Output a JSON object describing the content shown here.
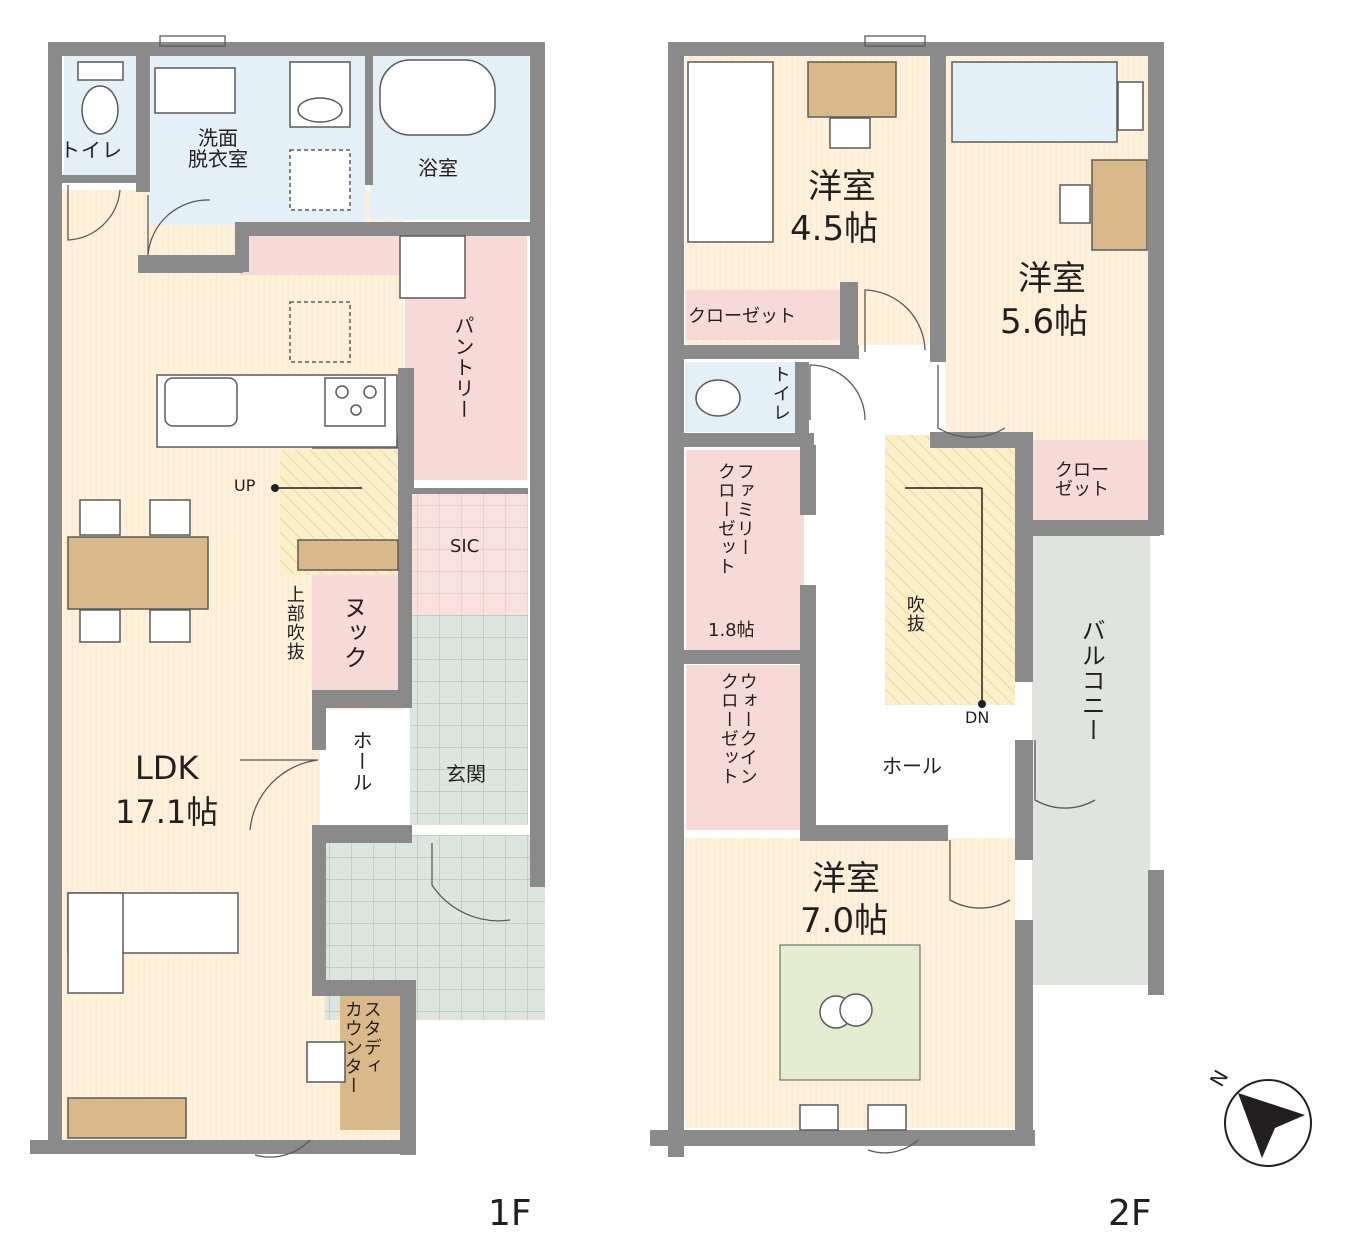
{
  "floors": [
    {
      "id": "1F",
      "label": "1F"
    },
    {
      "id": "2F",
      "label": "2F"
    }
  ],
  "first_floor": {
    "toilet": "トイレ",
    "washroom": "洗面\n脱衣室",
    "bathroom": "浴室",
    "pantry": "パントリー",
    "up_mark": "UP",
    "sic": "SIC",
    "atrium": "上部吹抜",
    "nook": "ヌック",
    "hall": "ホール",
    "entrance": "玄関",
    "ldk_name": "LDK",
    "ldk_size": "17.1帖",
    "study_counter": "スタディ\nカウンター"
  },
  "second_floor": {
    "room_a_name": "洋室",
    "room_a_size": "4.5帖",
    "room_b_name": "洋室",
    "room_b_size": "5.6帖",
    "closet_a": "クローゼット",
    "toilet": "トイレ",
    "closet_b": "クロー\nゼット",
    "family_closet": "ファミリー\nクローゼット",
    "family_closet_size": "1.8帖",
    "atrium": "吹抜",
    "down_mark": "DN",
    "balcony": "バルコニー",
    "walkin_closet": "ウォークイン\nクローゼット",
    "hall": "ホール",
    "room_c_name": "洋室",
    "room_c_size": "7.0帖"
  },
  "compass": {
    "label": "N"
  },
  "colors": {
    "wall": "#8a8a8a",
    "wood_floor": "#fdf1dc",
    "wet_area": "#e3f0f7",
    "storage": "#f7d9d5",
    "entrance_tile": "#dde6de",
    "balcony": "#dfe4df",
    "counter_wood": "#d9b98a"
  }
}
